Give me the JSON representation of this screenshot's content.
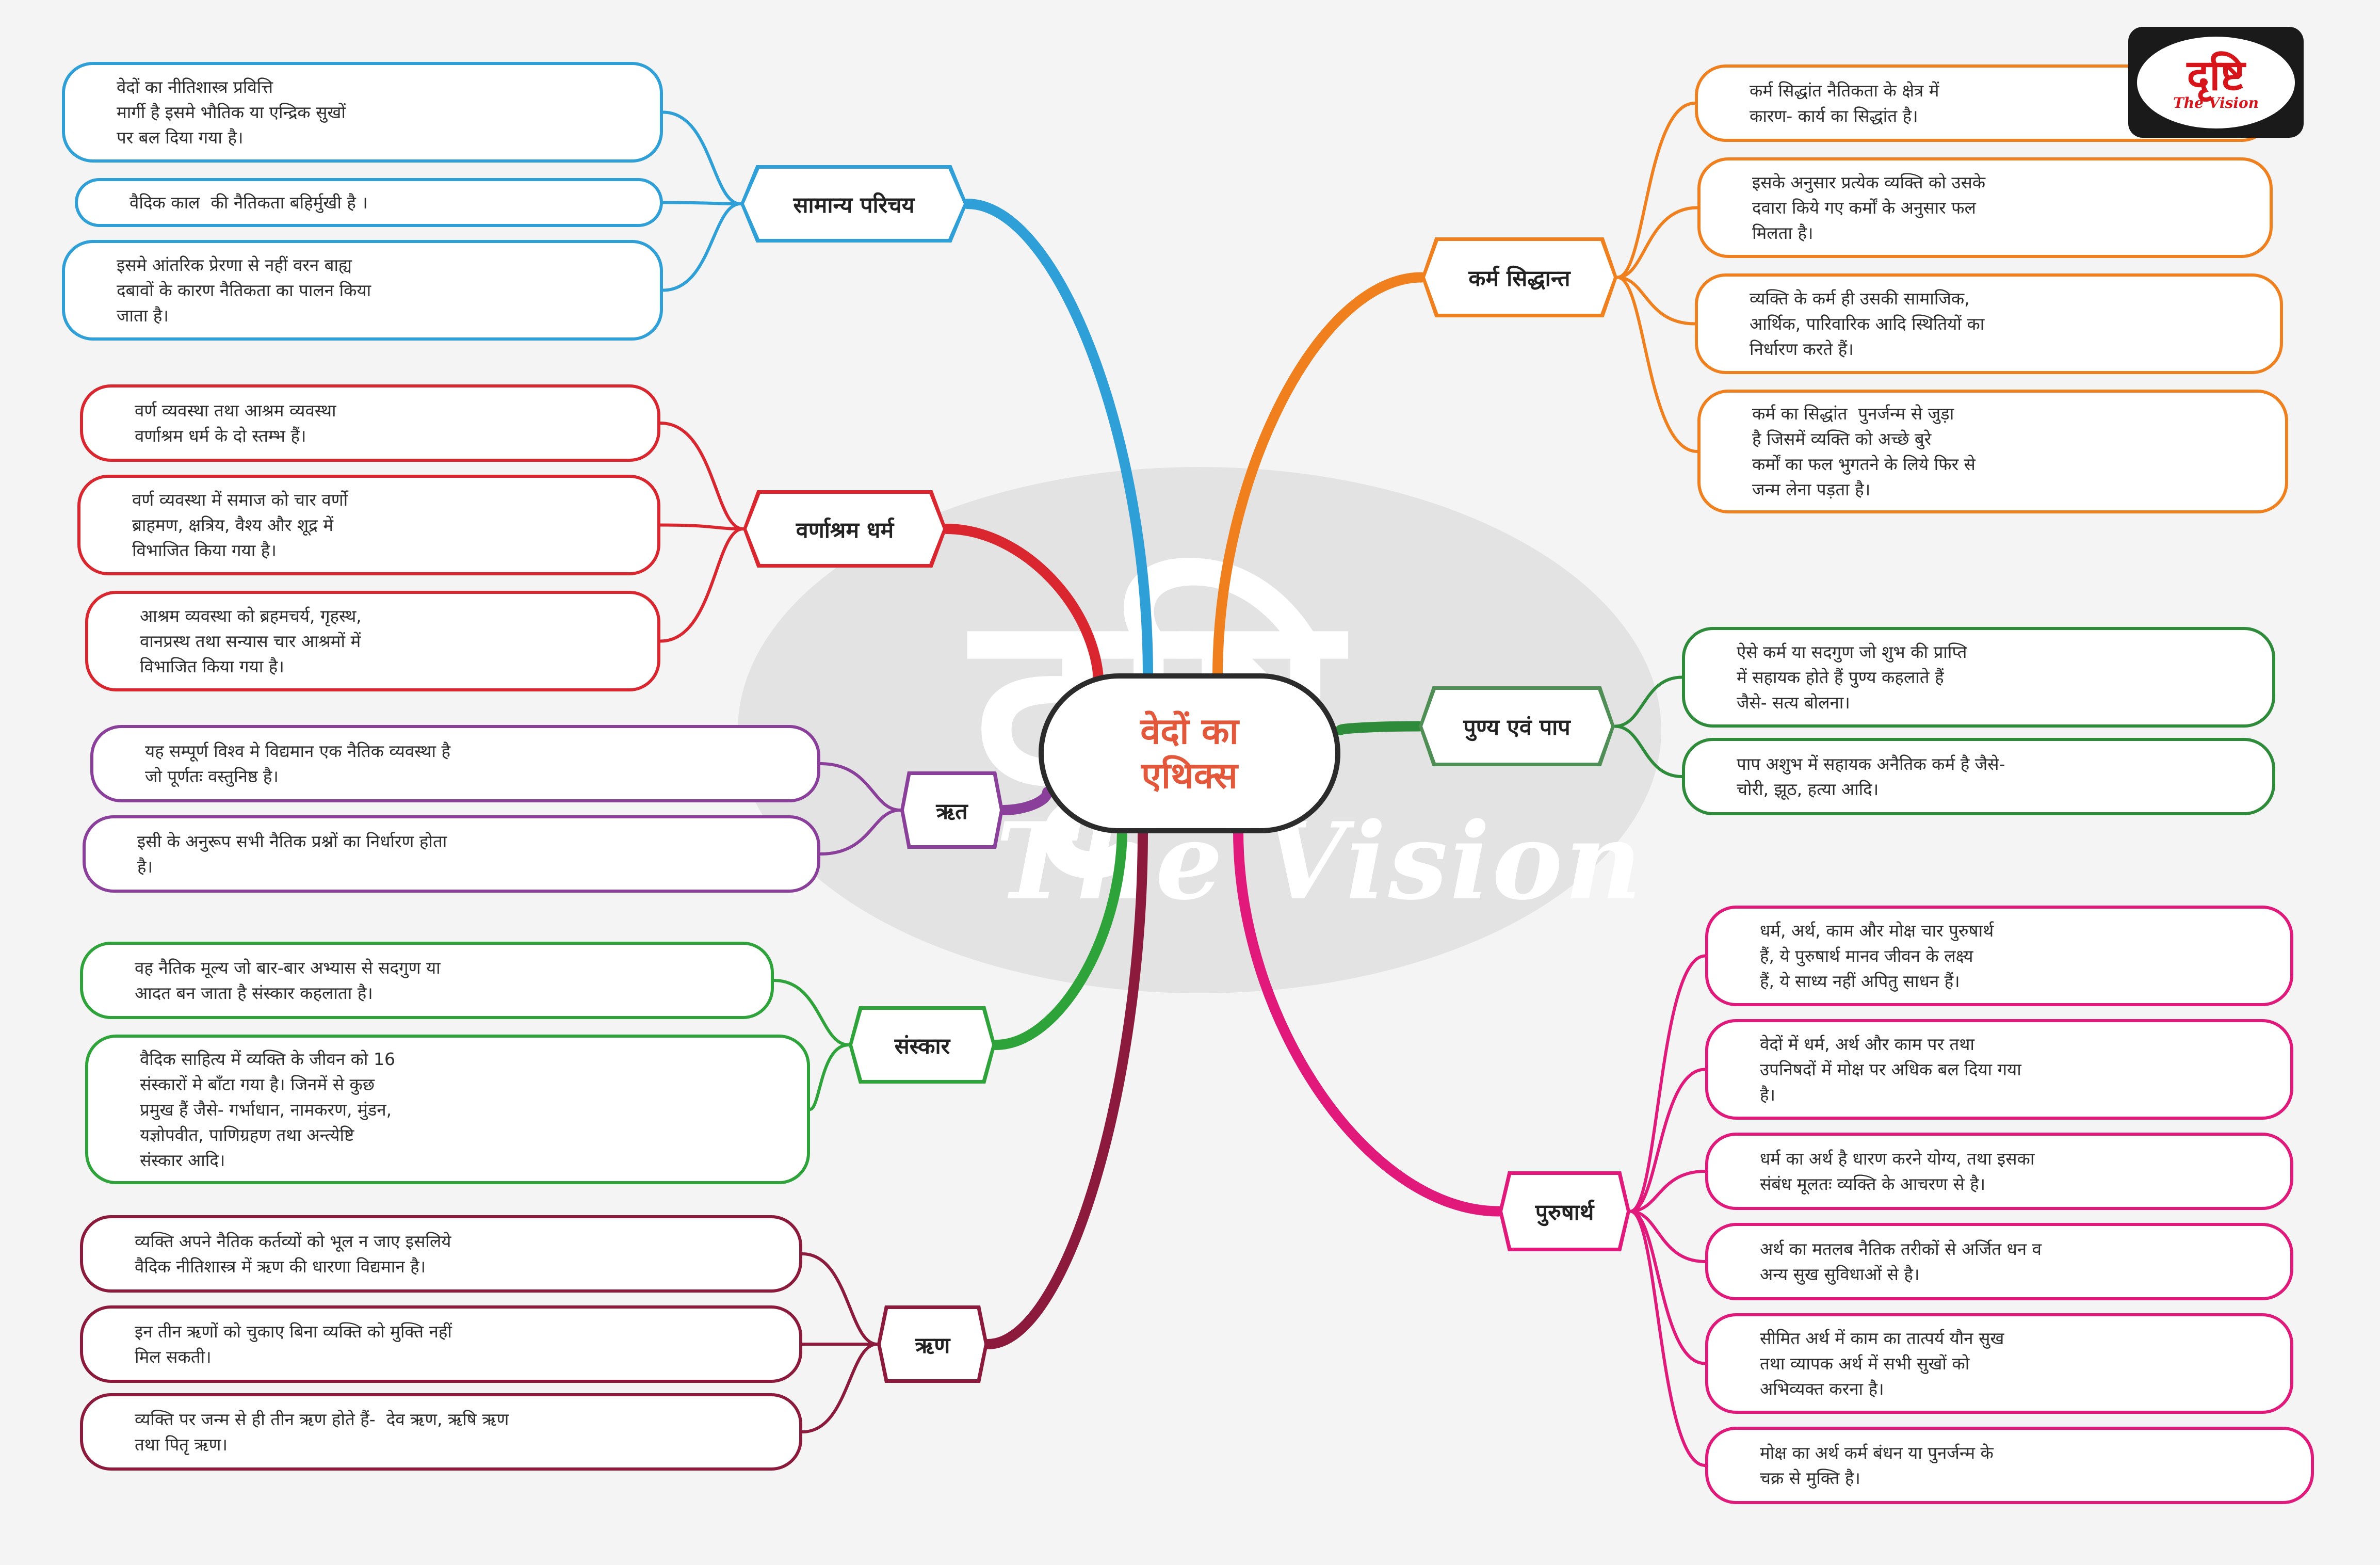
{
  "title": "वेदों का एथिक्स",
  "title_lines": [
    "वेदों का",
    "एथिक्स"
  ],
  "logo": {
    "main": "दृष्टि",
    "sub": "The Vision",
    "color": "#d7141a"
  },
  "watermark": {
    "main": "दृष्टि",
    "sub": "The Vision"
  },
  "branches": [
    {
      "label": "सामान्य परिचय",
      "color": "#2f9fd8",
      "items": [
        {
          "lines": [
            "वेदों का नीतिशास्त्र प्रवित्ति",
            "मार्गी है इसमे भौतिक या एन्द्रिक सुखों",
            "पर बल दिया गया है।"
          ]
        },
        {
          "lines": [
            "वैदिक काल  की नैतिकता बहिर्मुखी है ।"
          ]
        },
        {
          "lines": [
            "इसमे आंतरिक प्रेरणा से नहीं वरन बाह्य",
            "दबावों के कारण नैतिकता का पालन किया",
            "जाता है।"
          ]
        }
      ]
    },
    {
      "label": "वर्णाश्रम धर्म",
      "color": "#d9262f",
      "items": [
        {
          "lines": [
            "वर्ण व्यवस्था तथा आश्रम व्यवस्था",
            "वर्णाश्रम धर्म के दो स्तम्भ हैं।"
          ]
        },
        {
          "lines": [
            "वर्ण व्यवस्था में समाज को चार वर्णो",
            "ब्राहमण, क्षत्रिय, वैश्य और शूद्र में",
            "विभाजित किया गया है।"
          ]
        },
        {
          "lines": [
            "आश्रम व्यवस्था को ब्रहमचर्य, गृहस्थ,",
            "वानप्रस्थ तथा सन्यास चार आश्रमों में",
            "विभाजित किया गया है।"
          ]
        }
      ]
    },
    {
      "label": "ऋत",
      "color": "#8a3f9a",
      "items": [
        {
          "lines": [
            "यह सम्पूर्ण विश्व मे विद्यमान एक नैतिक व्यवस्था है",
            "जो पूर्णतः वस्तुनिष्ठ है।"
          ]
        },
        {
          "lines": [
            "इसी के अनुरूप सभी नैतिक प्रश्नों का निर्धारण होता",
            "है।"
          ]
        }
      ]
    },
    {
      "label": "संस्कार",
      "color": "#2ea33a",
      "items": [
        {
          "lines": [
            "वह नैतिक मूल्य जो बार-बार अभ्यास से सदगुण या",
            "आदत बन जाता है संस्कार कहलाता है।"
          ]
        },
        {
          "lines": [
            "वैदिक साहित्य में व्यक्ति के जीवन को 16",
            "संस्कारों मे बाँटा गया है। जिनमें से कुछ",
            "प्रमुख हैं जैसे- गर्भाधान, नामकरण, मुंडन,",
            "यज्ञोपवीत, पाणिग्रहण तथा अन्त्येष्टि",
            "संस्कार आदि।"
          ]
        }
      ]
    },
    {
      "label": "ऋण",
      "color": "#8c1a3c",
      "items": [
        {
          "lines": [
            "व्यक्ति अपने नैतिक कर्तव्यों को भूल न जाए इसलिये",
            "वैदिक नीतिशास्त्र में ऋण की धारणा विद्यमान है।"
          ]
        },
        {
          "lines": [
            "इन तीन ऋणों को चुकाए बिना व्यक्ति को मुक्ति नहीं",
            "मिल सकती।"
          ]
        },
        {
          "lines": [
            "व्यक्ति पर जन्म से ही तीन ऋण होते हैं-  देव ऋण, ऋषि ऋण",
            "तथा पितृ ऋण।"
          ]
        }
      ]
    },
    {
      "label": "कर्म सिद्धान्त",
      "color": "#f07f1e",
      "items": [
        {
          "lines": [
            "कर्म सिद्धांत नैतिकता के क्षेत्र में",
            "कारण- कार्य का सिद्धांत है।"
          ]
        },
        {
          "lines": [
            "इसके अनुसार प्रत्येक व्यक्ति को उसके",
            "दवारा किये गए कर्मों के अनुसार फल",
            "मिलता है।"
          ]
        },
        {
          "lines": [
            "व्यक्ति के कर्म ही उसकी सामाजिक,",
            "आर्थिक, पारिवारिक आदि स्थितियों का",
            "निर्धारण करते हैं।"
          ]
        },
        {
          "lines": [
            "कर्म का सिद्धांत  पुनर्जन्म से जुड़ा",
            "है जिसमें व्यक्ति को अच्छे बुरे",
            "कर्मों का फल भुगतने के लिये फिर से",
            "जन्म लेना पड़ता है।"
          ]
        }
      ]
    },
    {
      "label": "पुण्य एवं पाप",
      "color": "#2e8b3a",
      "hub_border": "#4f8f56",
      "items": [
        {
          "lines": [
            "ऐसे कर्म या सदगुण जो शुभ की प्राप्ति",
            "में सहायक होते हैं पुण्य कहलाते हैं",
            "जैसे- सत्य बोलना।"
          ]
        },
        {
          "lines": [
            "पाप अशुभ में सहायक अनैतिक कर्म है जैसे-",
            "चोरी, झूठ, हत्या आदि।"
          ]
        }
      ]
    },
    {
      "label": "पुरुषार्थ",
      "color": "#e0197a",
      "items": [
        {
          "lines": [
            "धर्म, अर्थ, काम और मोक्ष चार पुरुषार्थ",
            "हैं, ये पुरुषार्थ मानव जीवन के लक्ष्य",
            "हैं, ये साध्य नहीं अपितु साधन हैं।"
          ]
        },
        {
          "lines": [
            "वेदों में धर्म, अर्थ और काम पर तथा",
            "उपनिषदों में मोक्ष पर अधिक बल दिया गया",
            "है।"
          ]
        },
        {
          "lines": [
            "धर्म का अर्थ है धारण करने योग्य, तथा इसका",
            "संबंध मूलतः व्यक्ति के आचरण से है।"
          ]
        },
        {
          "lines": [
            "अर्थ का मतलब नैतिक तरीकों से अर्जित धन व",
            "अन्य सुख सुविधाओं से है।"
          ]
        },
        {
          "lines": [
            "सीमित अर्थ में काम का तात्पर्य यौन सुख",
            "तथा व्यापक अर्थ में सभी सुखों को",
            "अभिव्यक्त करना है।"
          ]
        },
        {
          "lines": [
            "मोक्ष का अर्थ कर्म बंधन या पुनर्जन्म के",
            "चक्र से मुक्ति है।"
          ]
        }
      ]
    }
  ]
}
